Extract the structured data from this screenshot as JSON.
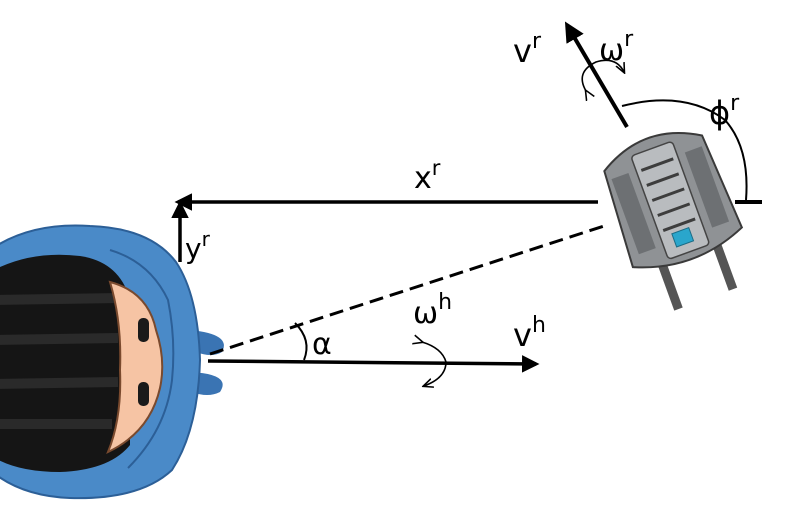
{
  "labels": {
    "robot_velocity": {
      "base": "v",
      "sup": "r"
    },
    "robot_angular_velocity": {
      "base": "ω",
      "sup": "r"
    },
    "robot_heading": {
      "base": "ϕ",
      "sup": "r"
    },
    "relative_x": {
      "base": "x",
      "sup": "r"
    },
    "relative_y": {
      "base": "y",
      "sup": "r"
    },
    "human_angular_velocity": {
      "base": "ω",
      "sup": "h"
    },
    "human_velocity": {
      "base": "v",
      "sup": "h"
    },
    "bearing_angle": {
      "base": "α"
    }
  },
  "colors": {
    "human_hood": "#4a8ac8",
    "human_hair": "#151515",
    "human_skin": "#f6c4a4",
    "robot_body": "#8f9295",
    "robot_accent": "#2aa6cc",
    "lines": "#000000"
  },
  "icons": {
    "human": "person-top-view-icon",
    "robot": "robot-top-view-icon"
  }
}
